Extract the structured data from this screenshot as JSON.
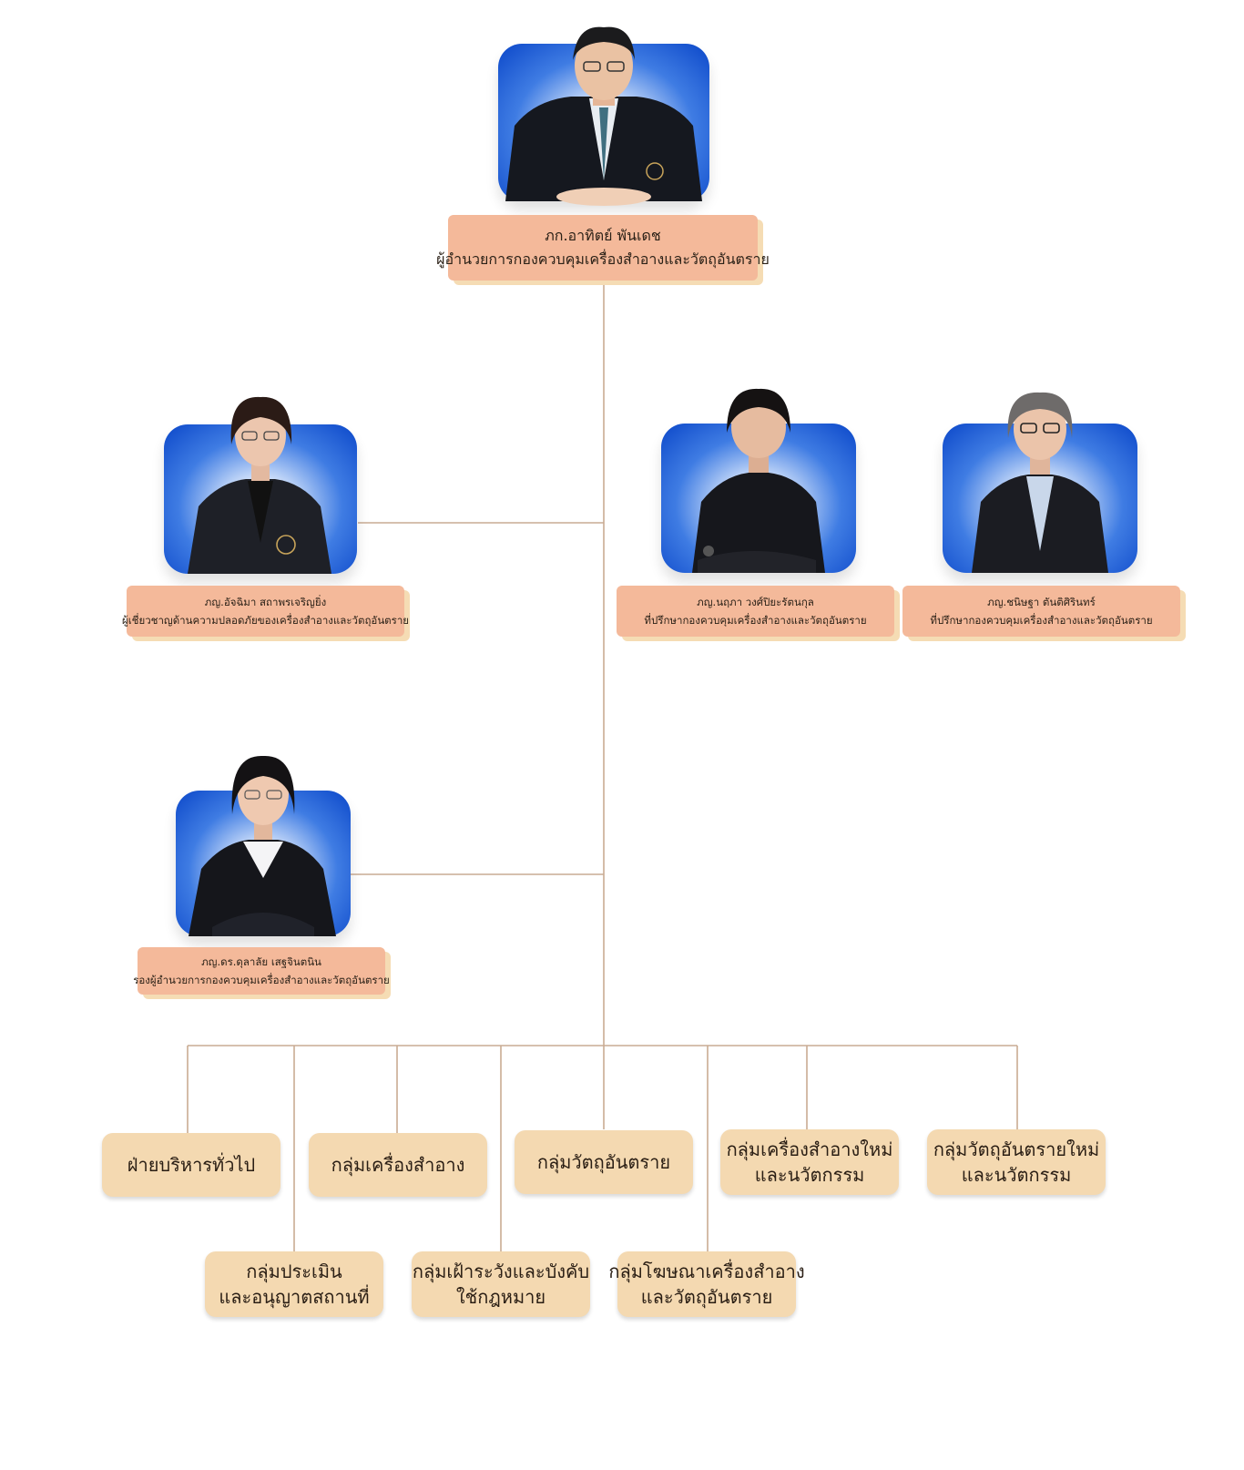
{
  "director": {
    "name": "ภก.อาทิตย์ พันเดช",
    "position": "ผู้อำนวยการกองควบคุมเครื่องสำอางและวัตถุอันตราย"
  },
  "expert": {
    "name": "ภญ.อัจฉิมา สถาพรเจริญยิ่ง",
    "position": "ผู้เชี่ยวชาญด้านความปลอดภัยของเครื่องสำอางและวัตถุอันตราย"
  },
  "advisor1": {
    "name": "ภญ.นฤภา วงศ์ปิยะรัตนกุล",
    "position": "ที่ปรึกษากองควบคุมเครื่องสำอางและวัตถุอันตราย"
  },
  "advisor2": {
    "name": "ภญ.ชนิษฐา ตันติศิรินทร์",
    "position": "ที่ปรึกษากองควบคุมเครื่องสำอางและวัตถุอันตราย"
  },
  "deputy": {
    "name": "ภญ.ดร.ดุลาลัย เสฐจินตนิน",
    "position": "รองผู้อำนวยการกองควบคุมเครื่องสำอางและวัตถุอันตราย"
  },
  "units": {
    "general_admin": [
      "ฝ่ายบริหารทั่วไป"
    ],
    "cosmetics": [
      "กลุ่มเครื่องสำอาง"
    ],
    "hazardous": [
      "กลุ่มวัตถุอันตราย"
    ],
    "new_cosmetics": [
      "กลุ่มเครื่องสำอางใหม่",
      "และนวัตกรรม"
    ],
    "new_hazardous": [
      "กลุ่มวัตถุอันตรายใหม่",
      "และนวัตกรรม"
    ],
    "assessment": [
      "กลุ่มประเมิน",
      "และอนุญาตสถานที่"
    ],
    "surveillance": [
      "กลุ่มเฝ้าระวังและบังคับ",
      "ใช้กฎหมาย"
    ],
    "advertising": [
      "กลุ่มโฆษณาเครื่องสำอาง",
      "และวัตถุอันตราย"
    ]
  },
  "colors": {
    "connector": "#c9ab93",
    "name_box": "#f4b99a",
    "unit_box": "#f4d9b1",
    "photo_blue": "#0b47c9"
  }
}
